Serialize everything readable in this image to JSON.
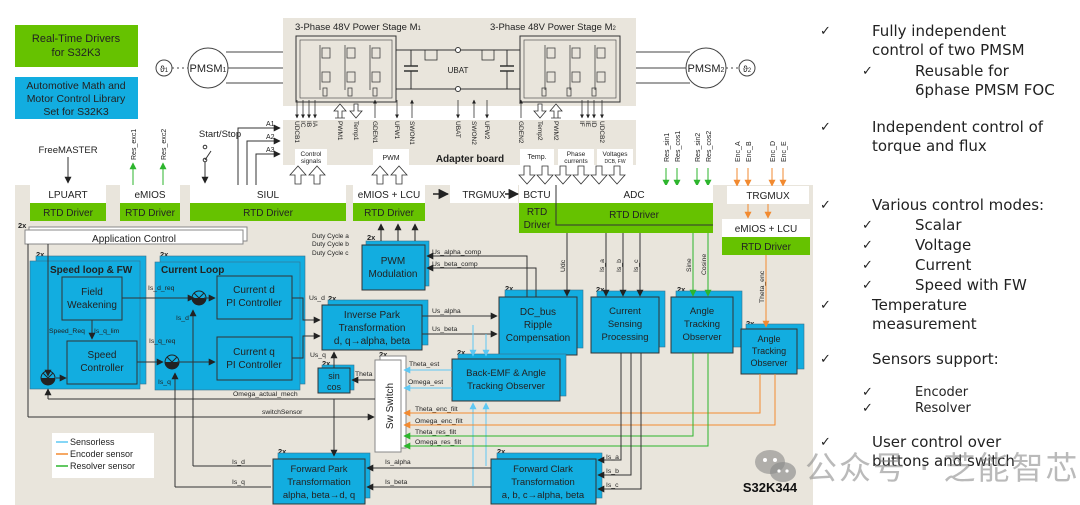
{
  "legend_boxes": {
    "rtd": "Real-Time Drivers for S32K3",
    "rtd_lines": [
      "Real-Time Drivers",
      "for S32K3"
    ],
    "amm_lines": [
      "Automotive Math and",
      "Motor Control Library",
      "Set for S32K3"
    ]
  },
  "colors": {
    "rtd_green": "#66c200",
    "library_blue": "#12ade0",
    "board_bg": "#e9e5dc",
    "sensorless": "#5ec8f3",
    "encoder": "#f28a30",
    "resolver": "#2db52d"
  },
  "motors": {
    "m1": "PMSM",
    "m1_sub": "1",
    "m2": "PMSM",
    "m2_sub": "2",
    "theta1": "ϑ",
    "theta1_sub": "1",
    "theta2": "ϑ",
    "theta2_sub": "2"
  },
  "power_stage": {
    "m1_title": "3-Phase 48V Power Stage M",
    "m1_sub": "1",
    "m2_title": "3-Phase 48V Power Stage M",
    "m2_sub": "2",
    "ubat": "UBAT",
    "adapter_board": "Adapter board",
    "signals": [
      "UDCB1",
      "IC",
      "IB",
      "IA",
      "PWM1",
      "Temp1",
      "GDEN1",
      "UFW1",
      "SWON1",
      "UBAT",
      "SWON2",
      "UFW2",
      "GDEN2",
      "Temp2",
      "PWM2",
      "IF",
      "IE",
      "ID",
      "UDCB2"
    ],
    "groups": {
      "control": [
        "Control",
        "signals"
      ],
      "pwm": "PWM",
      "temp": "Temp.",
      "phase": [
        "Phase",
        "currents"
      ],
      "voltages": [
        "Voltages",
        "DCB, FW"
      ]
    }
  },
  "inputs": {
    "freemaster": "FreeMASTER",
    "start_stop": "Start/Stop",
    "a1": "A1",
    "a2": "A2",
    "a3": "A3",
    "res_exc1": "Res_exc1",
    "res_exc2": "Res_exc2",
    "res_sin1": "Res_sin1",
    "res_cos1": "Res_cos1",
    "res_sin2": "Res_sin2",
    "res_cos2": "Res_cos2",
    "enc_a": "Enc_A",
    "enc_b": "Enc_B",
    "enc_d": "Enc_D",
    "enc_e": "Enc_E"
  },
  "peripherals": {
    "lpuart": "LPUART",
    "emios": "eMIOS",
    "siul": "SIUL",
    "emios_lcu": "eMIOS + LCU",
    "trgmux": "TRGMUX",
    "bctu": "BCTU",
    "adc": "ADC",
    "trgmux2": "TRGMUX",
    "emios_lcu2": "eMIOS + LCU",
    "rtd_driver": "RTD Driver",
    "rtd_driver_l1": "RTD",
    "rtd_driver_l2": "Driver"
  },
  "blocks": {
    "mult": "2x",
    "app_control": "Application Control",
    "speed_loop_title": "Speed loop & FW",
    "field_weakening": [
      "Field",
      "Weakening"
    ],
    "speed_controller": [
      "Speed",
      "Controller"
    ],
    "current_loop_title": "Current Loop",
    "current_d": [
      "Current d",
      "PI Controller"
    ],
    "current_q": [
      "Current q",
      "PI Controller"
    ],
    "pwm_mod": [
      "PWM",
      "Modulation"
    ],
    "inv_park": [
      "Inverse Park",
      "Transformation",
      "d, q→alpha, beta"
    ],
    "dc_bus": [
      "DC_bus",
      "Ripple",
      "Compensation"
    ],
    "current_sensing": [
      "Current",
      "Sensing",
      "Processing"
    ],
    "ato1": [
      "Angle",
      "Tracking",
      "Observer"
    ],
    "ato2": [
      "Angle",
      "Tracking",
      "Observer"
    ],
    "sincos": [
      "sin",
      "cos"
    ],
    "sw_switch": "Sw Switch",
    "bemf": [
      "Back-EMF & Angle",
      "Tracking Observer"
    ],
    "fwd_park": [
      "Forward Park",
      "Transformation",
      "alpha, beta→d, q"
    ],
    "fwd_clark": [
      "Forward Clark",
      "Transformation",
      "a, b, c→alpha, beta"
    ],
    "chip": "S32K344"
  },
  "signals": {
    "duty_a": "Duty Cycle a",
    "duty_b": "Duty Cycle b",
    "duty_c": "Duty Cycle c",
    "us_alpha_comp": "Us_alpha_comp",
    "us_beta_comp": "Us_beta_comp",
    "udc": "Udc",
    "is_a": "Is_a",
    "is_b": "Is_b",
    "is_c": "Is_c",
    "sine": "Sine",
    "cosine": "Cosine",
    "theta_enc": "Theta_enc",
    "is_d_req": "Is_d_req",
    "is_q_req": "Is_q_req",
    "is_d": "Is_d",
    "is_q": "Is_q",
    "speed_req": "Speed_Req",
    "is_q_lim": "Is_q_lim",
    "us_d": "Us_d",
    "us_q": "Us_q",
    "us_alpha": "Us_alpha",
    "us_beta": "Us_beta",
    "theta": "Theta",
    "theta_est": "Theta_est",
    "omega_est": "Omega_est",
    "omega_actual_mech": "Omega_actual_mech",
    "switch_sensor": "switchSensor",
    "theta_enc_filt": "Theta_enc_filt",
    "omega_enc_filt": "Omega_enc_filt",
    "theta_res_filt": "Theta_res_filt",
    "omega_res_filt": "Omega_res_filt",
    "is_alpha": "Is_alpha",
    "is_beta": "Is_beta"
  },
  "legend": [
    {
      "label": "Sensorless",
      "color": "#5ec8f3"
    },
    {
      "label": "Encoder sensor",
      "color": "#f28a30"
    },
    {
      "label": "Resolver sensor",
      "color": "#2db52d"
    }
  ],
  "bullets": [
    {
      "level": 0,
      "lines": [
        "Fully independent",
        "control of two PMSM"
      ]
    },
    {
      "level": 1,
      "lines": [
        "Reusable for",
        "6phase PMSM FOC"
      ]
    },
    {
      "level": 0,
      "lines": [
        "Independent control of",
        "torque and flux"
      ]
    },
    {
      "level": 0,
      "lines": [
        "Various control modes:"
      ]
    },
    {
      "level": 1,
      "lines": [
        "Scalar"
      ]
    },
    {
      "level": 1,
      "lines": [
        "Voltage"
      ]
    },
    {
      "level": 1,
      "lines": [
        "Current"
      ]
    },
    {
      "level": 1,
      "lines": [
        "Speed with FW"
      ]
    },
    {
      "level": 0,
      "lines": [
        "Temperature",
        "measurement"
      ]
    },
    {
      "level": 0,
      "lines": [
        "Sensors support:"
      ]
    },
    {
      "level": 1,
      "lines": [
        "Encoder"
      ]
    },
    {
      "level": 1,
      "lines": [
        "Resolver"
      ]
    },
    {
      "level": 0,
      "lines": [
        "User control over",
        "buttons and switch"
      ]
    }
  ],
  "checkmark": "✓",
  "watermark": "公众号 · 芝能智芯"
}
